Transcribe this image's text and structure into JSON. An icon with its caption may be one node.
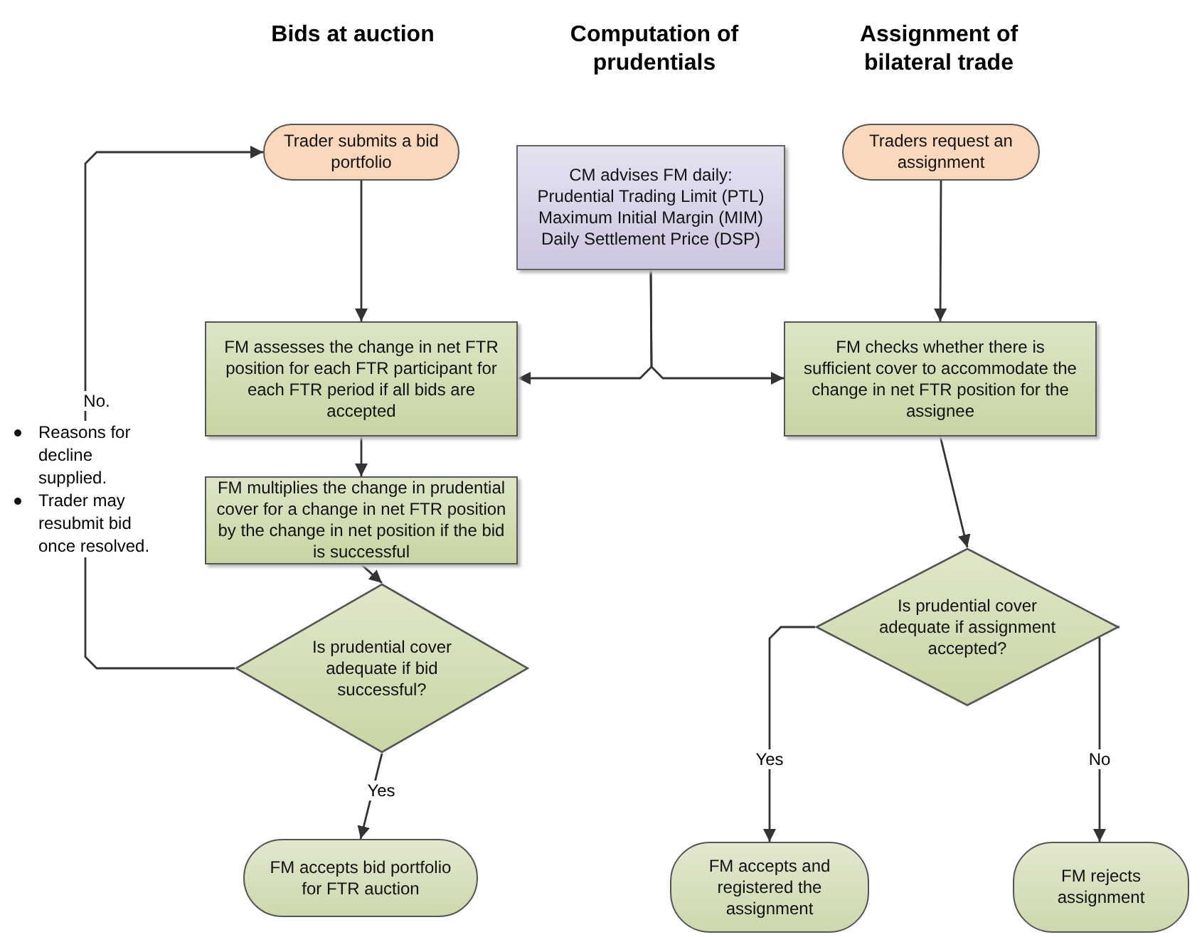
{
  "diagram": {
    "nodes": [
      {
        "text": [
          "Trader submits a bid portfolio"
        ]
      },
      {
        "text": [
          "CM advises FM daily:",
          "Prudential Trading Limit (PTL)",
          "Maximum Initial Margin (MIM)",
          "Daily Settlement Price (DSP)"
        ]
      },
      {
        "text": [
          "Traders request an assignment"
        ]
      },
      {
        "text": [
          "FM assesses the change in net FTR position for each FTR participant for each FTR period if all bids are accepted"
        ]
      },
      {
        "text": [
          "FM checks whether there is sufficient cover to accommodate the change in net FTR position for the assignee"
        ]
      },
      {
        "text": [
          "FM multiplies the change in prudential cover for a change in net FTR position by the change in net position if the bid is successful"
        ]
      },
      {
        "text": [
          "Is prudential cover adequate if bid successful?"
        ]
      },
      {
        "text": [
          "Is prudential cover adequate if assignment accepted?"
        ]
      },
      {
        "text": [
          "FM accepts bid portfolio for FTR auction"
        ]
      },
      {
        "text": [
          "FM accepts and registered the assignment"
        ]
      },
      {
        "text": [
          "FM rejects assignment"
        ]
      }
    ],
    "edges": [
      {
        "from": 0,
        "to": 3,
        "arrow": "to"
      },
      {
        "from": 1,
        "to": 3,
        "arrow": "to"
      },
      {
        "from": 1,
        "to": 4,
        "arrow": "to"
      },
      {
        "from": 2,
        "to": 4,
        "arrow": "to"
      },
      {
        "from": 3,
        "to": 5,
        "arrow": "to"
      },
      {
        "from": 5,
        "to": 6,
        "arrow": "to"
      },
      {
        "from": 6,
        "to": 0,
        "arrow": "to",
        "label": "No."
      },
      {
        "from": 6,
        "to": 8,
        "arrow": "to",
        "label": "Yes"
      },
      {
        "from": 4,
        "to": 7,
        "arrow": "to"
      },
      {
        "from": 7,
        "to": 9,
        "arrow": "to",
        "label": "Yes"
      },
      {
        "from": 7,
        "to": 10,
        "arrow": "to",
        "label": "No"
      }
    ],
    "labels": [
      "Bids at auction",
      "Computation of prudentials",
      "Assignment of bilateral trade",
      "Reasons for decline supplied.",
      "Trader may resubmit bid once resolved."
    ]
  }
}
